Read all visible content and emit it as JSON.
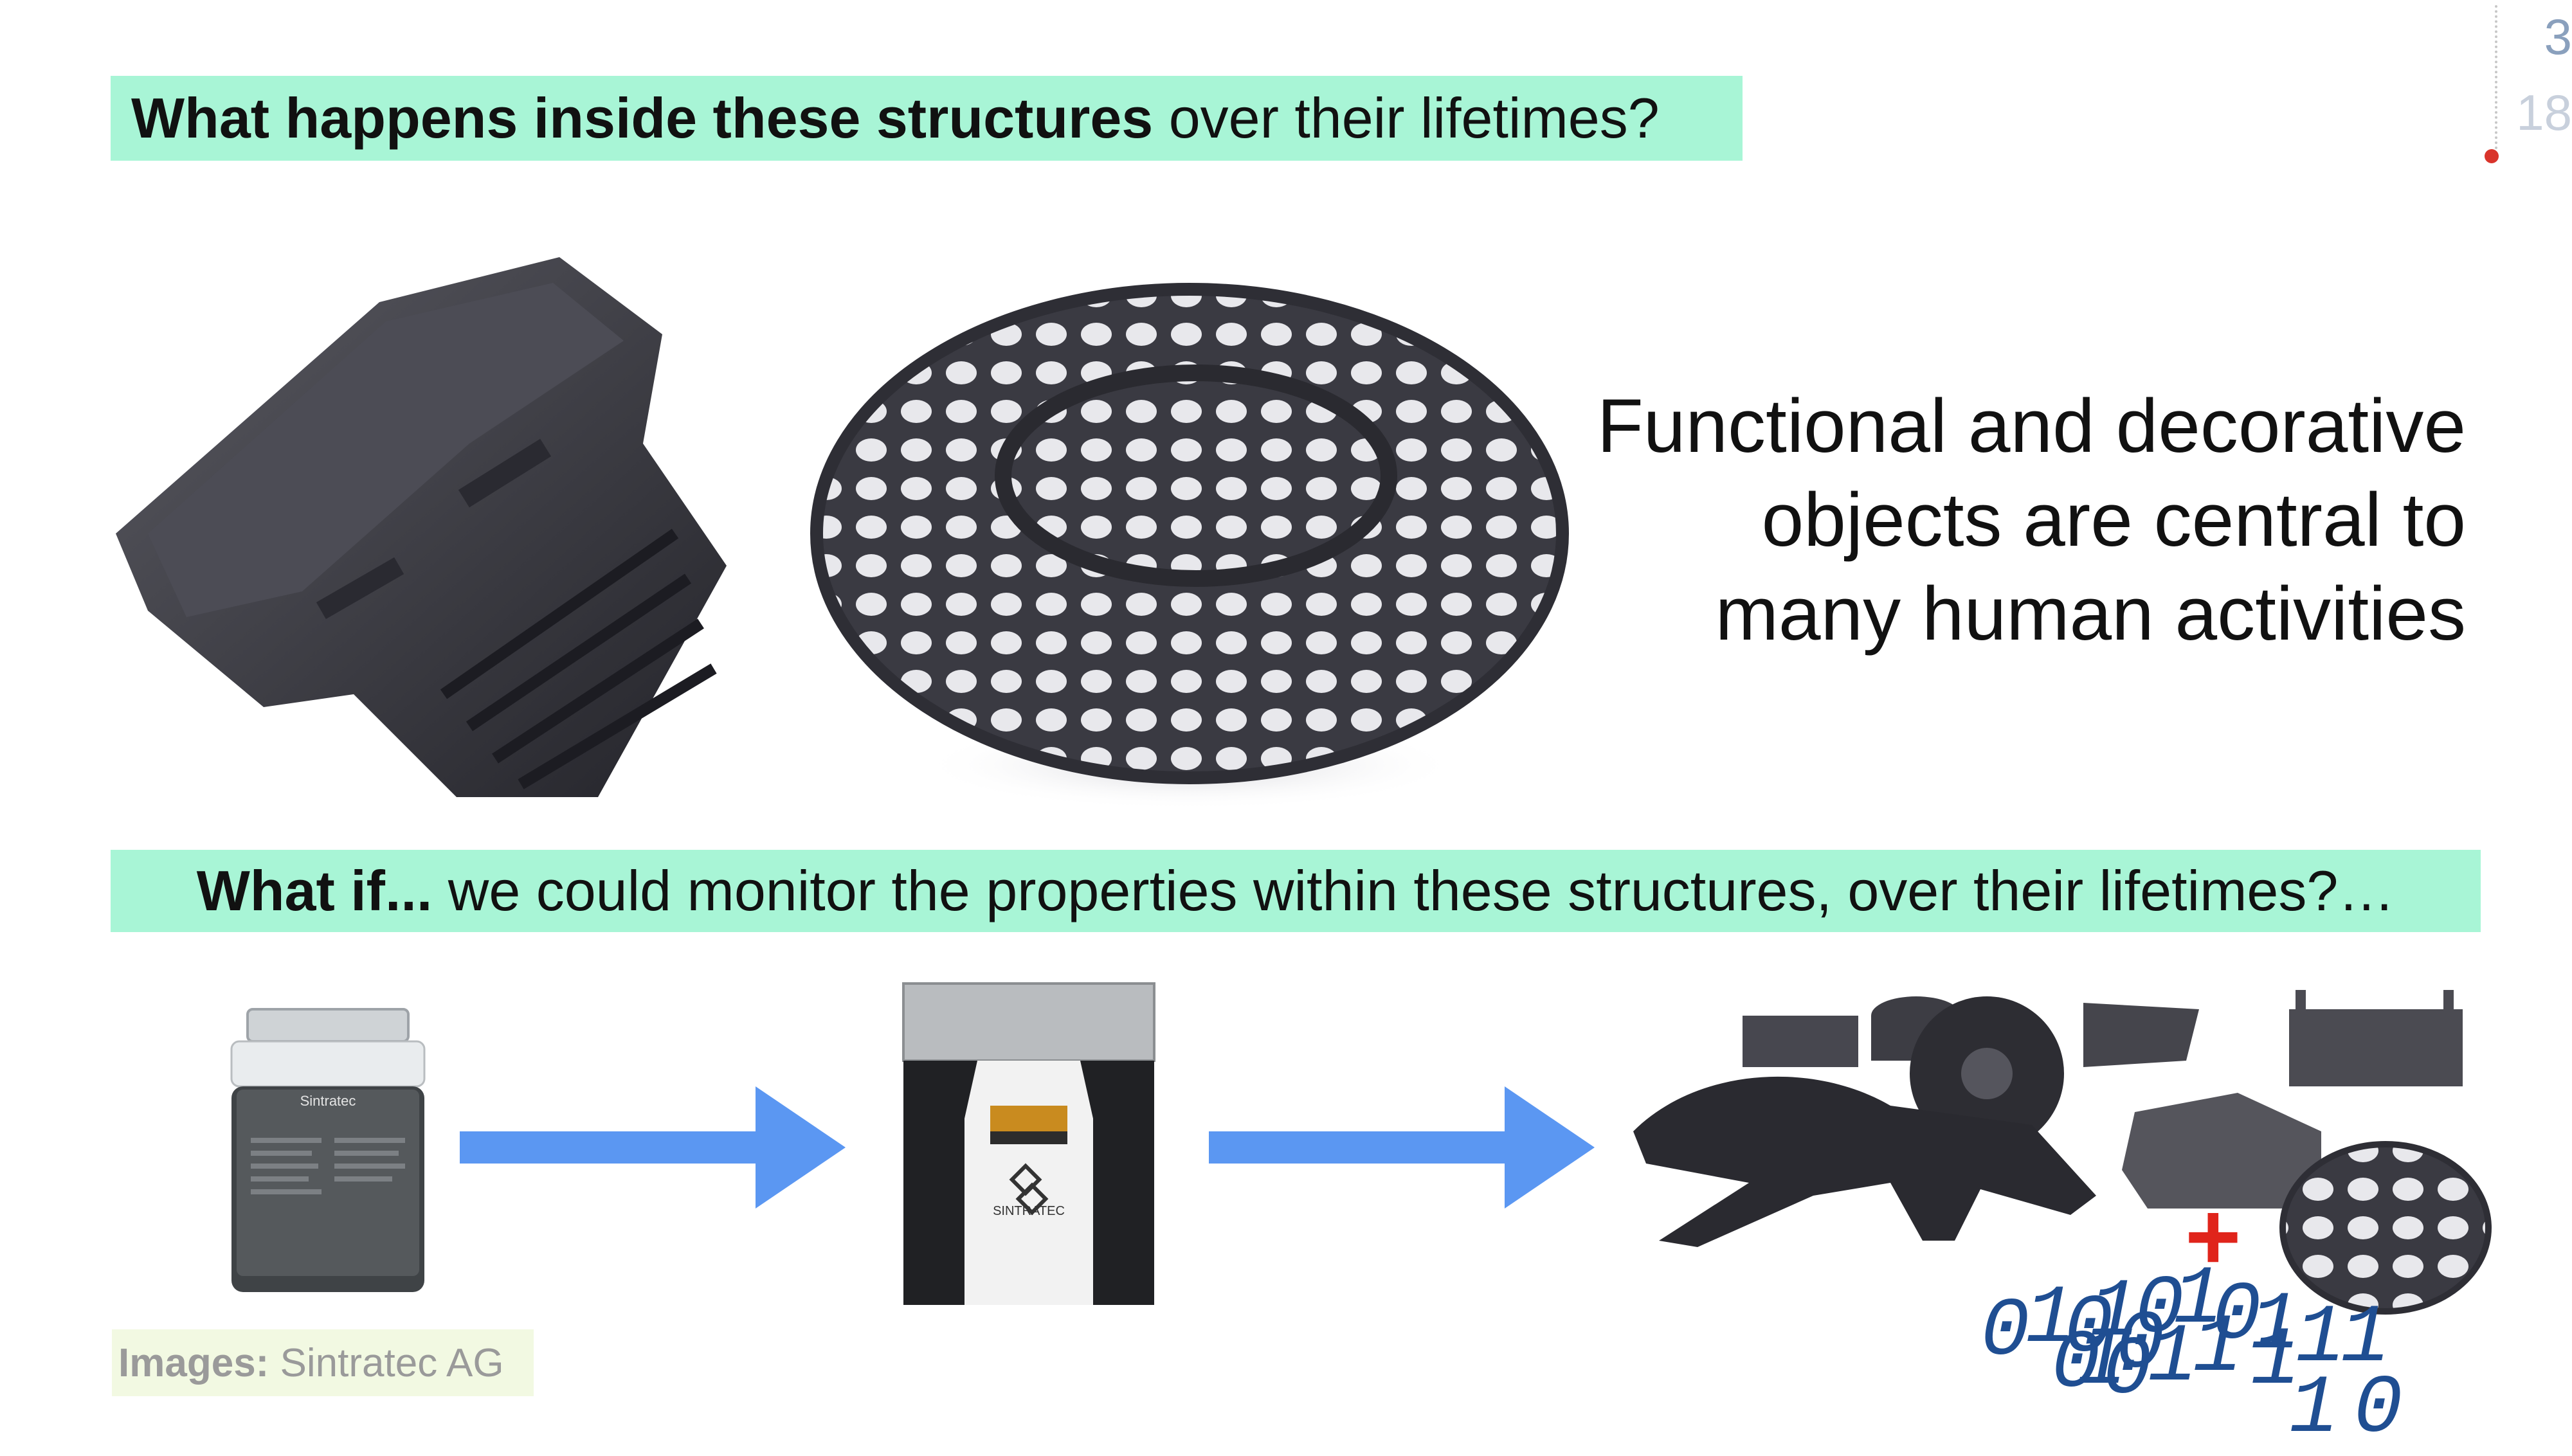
{
  "counter": {
    "current": "3",
    "total": "18"
  },
  "banner_top": {
    "bold": "What happens inside these structures",
    "rest": " over their lifetimes?"
  },
  "banner_mid": {
    "bold": "What if...",
    "rest": " we could monitor the properties within these structures, over their lifetimes?…"
  },
  "statement": {
    "line1": "Functional and decorative",
    "line2": "objects are central to",
    "line3": "many human activities"
  },
  "credit": {
    "bold": "Images:",
    "rest": " Sintratec AG"
  },
  "jar": {
    "brand": "Sintratec"
  },
  "printer": {
    "brand": "SINTRATEC"
  },
  "plus": "+",
  "digits": [
    "0",
    "1",
    "0",
    "1",
    "0",
    "1",
    "0",
    "1",
    "1",
    "1",
    "0",
    "0",
    "1",
    "1",
    "0",
    "1",
    "1",
    "1",
    "0"
  ],
  "colors": {
    "banner": "#a8f5d6",
    "arrow": "#5b97f2",
    "digits": "#1f4e92",
    "plus": "#e0241b"
  }
}
